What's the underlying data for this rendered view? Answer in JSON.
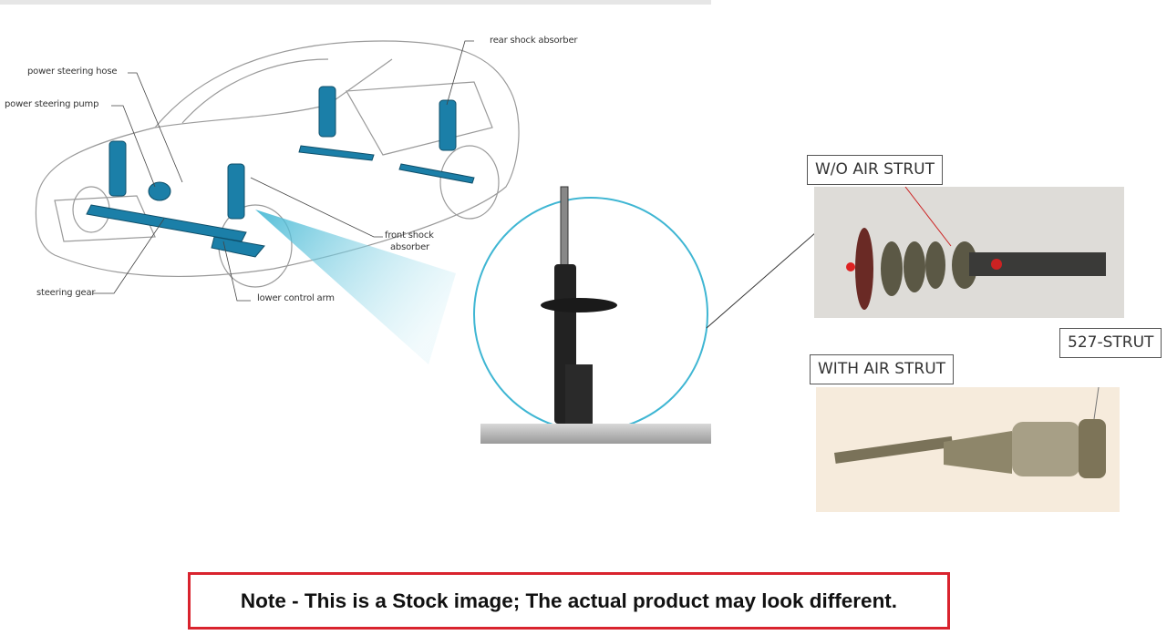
{
  "diagram": {
    "labels": {
      "power_steering_hose": "power steering hose",
      "power_steering_pump": "power steering pump",
      "steering_gear": "steering gear",
      "lower_control_arm": "lower control arm",
      "front_shock_absorber_1": "front shock",
      "front_shock_absorber_2": "absorber",
      "rear_shock_absorber": "rear shock absorber"
    },
    "accent_color": "#1b7fa8",
    "lens_color": "#3fb6d3"
  },
  "photos": {
    "without_label": "W/O AIR STRUT",
    "with_label": "WITH AIR STRUT",
    "part_number": "527-STRUT"
  },
  "note": {
    "text": "Note - This is a Stock image; The actual product may look different.",
    "border_color": "#d9232e"
  }
}
